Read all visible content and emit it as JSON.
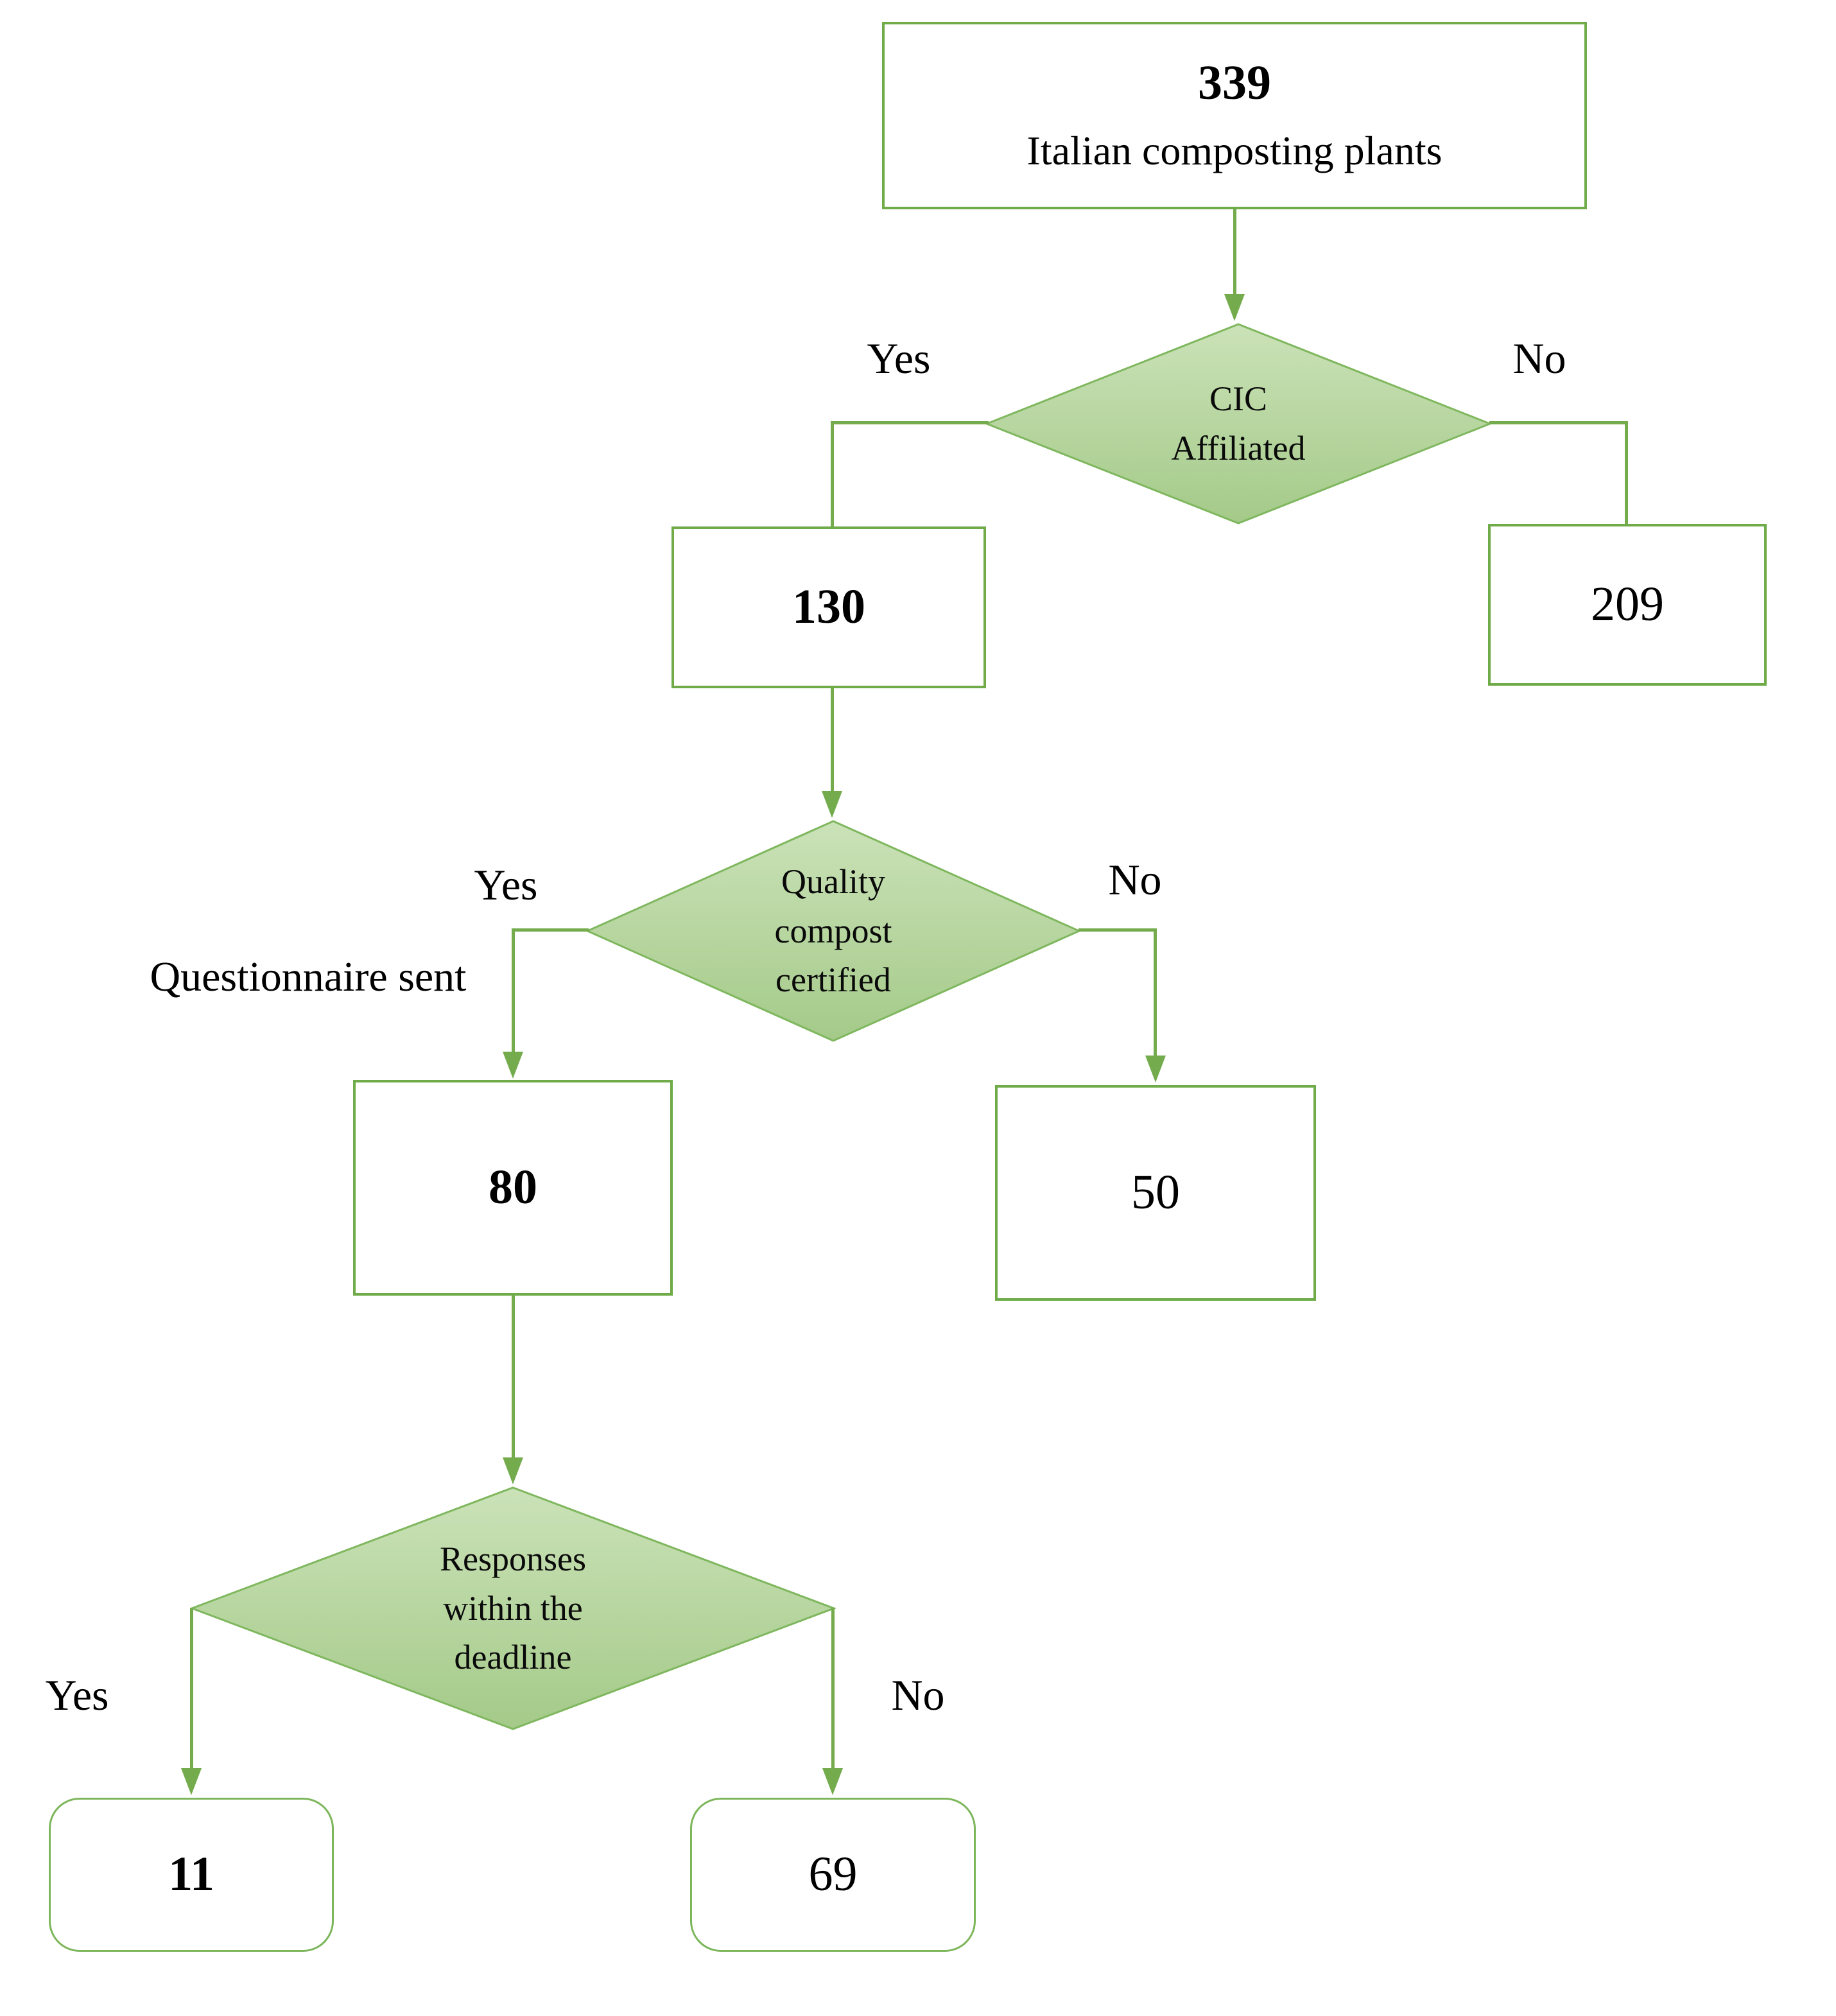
{
  "colors": {
    "line": "#74AC4D",
    "box_border": "#6FAC49",
    "rounded_box_border": "#7CB65A",
    "diamond_border": "#7FB75E",
    "diamond_fill_top": "#CBE2B8",
    "diamond_fill_bottom": "#A4CA89",
    "text": "#000000"
  },
  "nodes": {
    "root": {
      "count": "339",
      "label": "Italian composting plants"
    },
    "decision1": {
      "line1": "CIC",
      "line2": "Affiliated"
    },
    "branch1": {
      "yes": "Yes",
      "no": "No",
      "yes_count": "130",
      "no_count": "209"
    },
    "decision2": {
      "line1": "Quality",
      "line2": "compost",
      "line3": "certified"
    },
    "branch2": {
      "yes": "Yes",
      "no": "No",
      "note": "Questionnaire sent",
      "yes_count": "80",
      "no_count": "50"
    },
    "decision3": {
      "line1": "Responses",
      "line2": "within the",
      "line3": "deadline"
    },
    "branch3": {
      "yes": "Yes",
      "no": "No",
      "yes_count": "11",
      "no_count": "69"
    }
  }
}
